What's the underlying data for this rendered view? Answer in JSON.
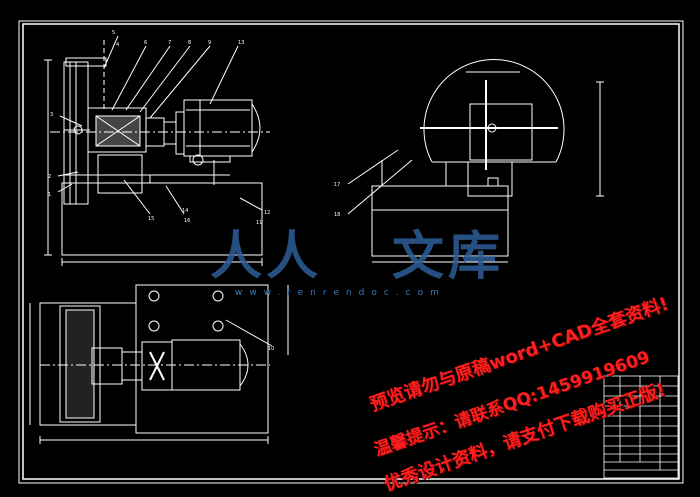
{
  "sheet": {
    "background": "#000000",
    "line_color": "#ffffff",
    "frame_color": "#ffffff"
  },
  "part_labels": [
    "5",
    "4",
    "6",
    "7",
    "8",
    "9",
    "13",
    "3",
    "2",
    "1",
    "15",
    "14",
    "12",
    "11",
    "16",
    "17",
    "18",
    "10"
  ],
  "watermark": {
    "brand_left": "人人",
    "brand_right": "文库",
    "url": "www.renrendoc.com",
    "line1": "预览请勿与原稿word+CAD全套资料!",
    "line2": "温馨提示：请联系QQ:1459919609",
    "line3": "优秀设计资料，请支付下载购买正版!",
    "red": "#ff1e1e",
    "blue": "#2e5f99"
  }
}
